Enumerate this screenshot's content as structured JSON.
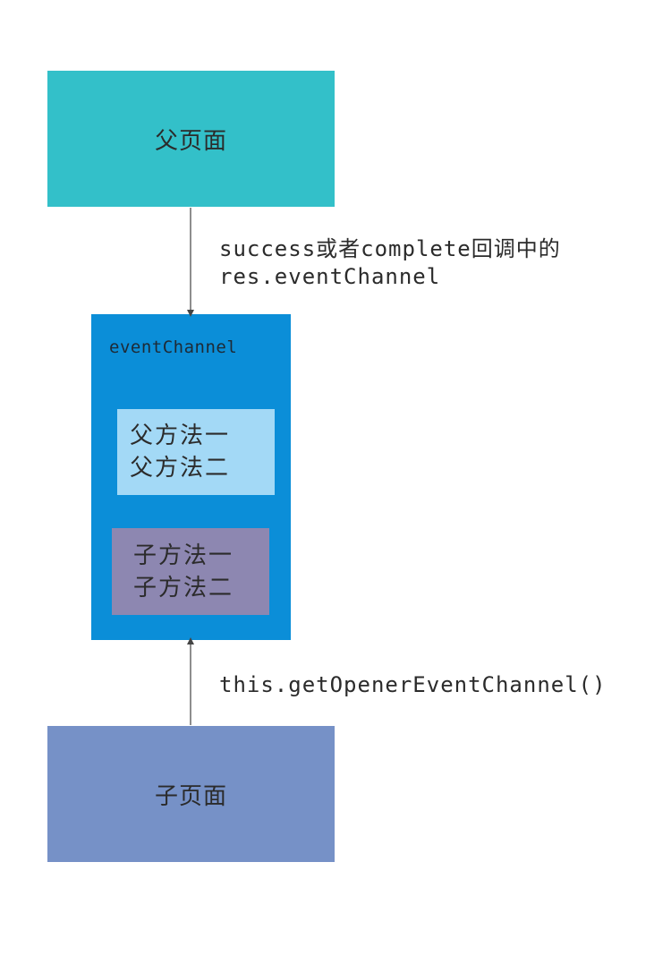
{
  "colors": {
    "parent_page": "#33c0c9",
    "event_channel": "#0b8ed8",
    "parent_methods": "#a3d9f6",
    "child_methods": "#8d87b1",
    "child_page": "#7691c7",
    "arrow": "#444444"
  },
  "parent_page": {
    "label": "父页面"
  },
  "child_page": {
    "label": "子页面"
  },
  "event_channel": {
    "title": "eventChannel",
    "parent_methods": [
      "父方法一",
      "父方法二"
    ],
    "child_methods": [
      "子方法一",
      "子方法二"
    ]
  },
  "edges": {
    "top": {
      "line1": "success或者complete回调中的",
      "line2": "res.eventChannel"
    },
    "bottom": {
      "label": "this.getOpenerEventChannel()"
    }
  }
}
